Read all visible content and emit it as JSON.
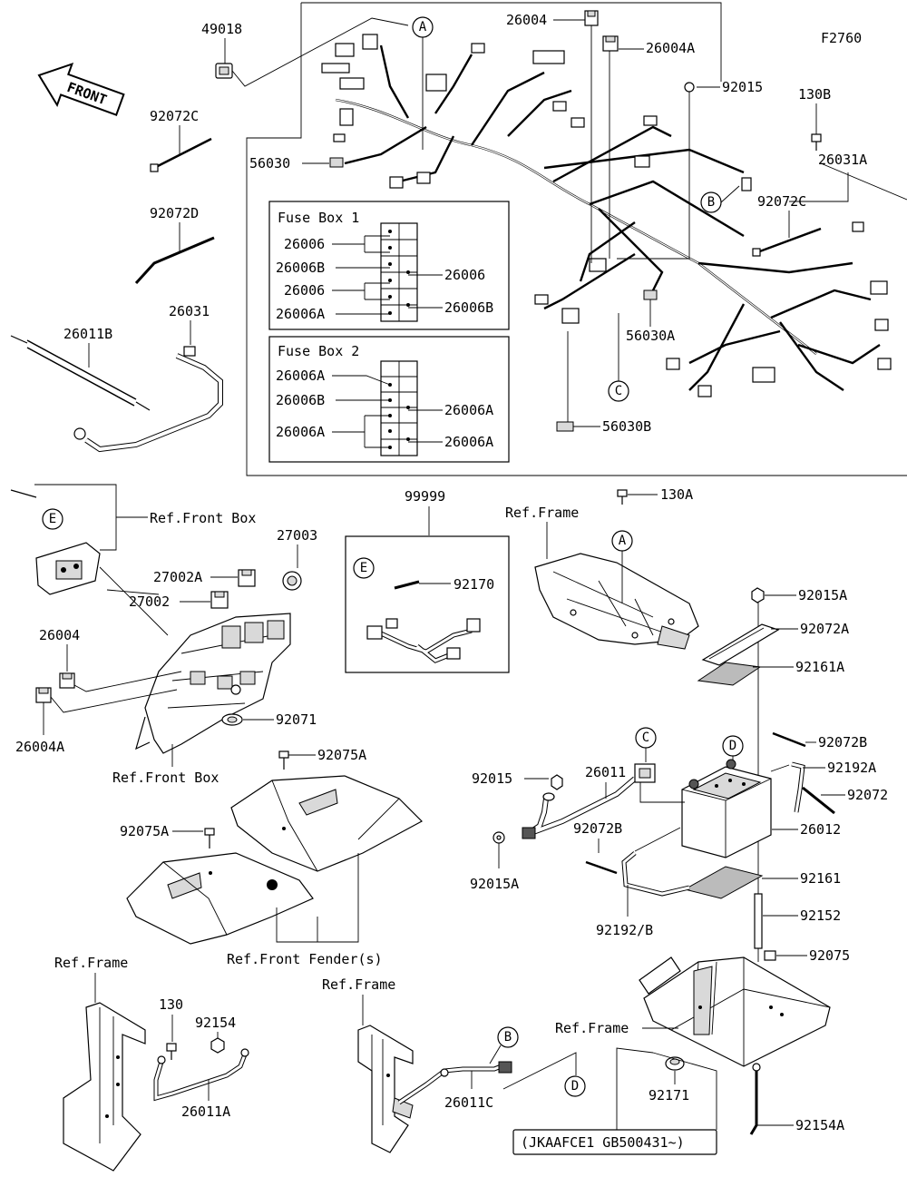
{
  "diagram_id": "F2760",
  "front_arrow": "FRONT",
  "serial_note": "(JKAAFCE1 GB500431~)",
  "callouts": {
    "A": "A",
    "B": "B",
    "C": "C",
    "D": "D",
    "E": "E"
  },
  "fuse_box_1": {
    "title": "Fuse Box 1",
    "left": [
      "26006",
      "26006B",
      "26006",
      "26006A"
    ],
    "right": [
      "26006",
      "26006B"
    ]
  },
  "fuse_box_2": {
    "title": "Fuse Box 2",
    "left": [
      "26006A",
      "26006B",
      "26006A"
    ],
    "right": [
      "26006A",
      "26006A"
    ]
  },
  "parts": {
    "p49018": "49018",
    "p26004_top": "26004",
    "p26004A_top": "26004A",
    "p92015_top": "92015",
    "p130B": "130B",
    "p26031A": "26031A",
    "p92072C_right": "92072C",
    "p92072C_left": "92072C",
    "p92072D": "92072D",
    "p26011B": "26011B",
    "p26031": "26031",
    "p56030": "56030",
    "p56030A": "56030A",
    "p56030B": "56030B",
    "p99999": "99999",
    "p92170": "92170",
    "p130A": "130A",
    "ref_frame_mid": "Ref.Frame",
    "ref_front_box_top": "Ref.Front Box",
    "p27003": "27003",
    "p27002A": "27002A",
    "p27002": "27002",
    "p26004_mid": "26004",
    "p26004A_mid": "26004A",
    "p92071": "92071",
    "ref_front_box_bottom": "Ref.Front Box",
    "p92015A_top": "92015A",
    "p92072A": "92072A",
    "p92161A": "92161A",
    "p92015_mid": "92015",
    "p26011": "26011",
    "p92072B_right": "92072B",
    "p92192A": "92192A",
    "p92072": "92072",
    "p26012": "26012",
    "p92072B_left": "92072B",
    "p92015A_mid": "92015A",
    "p92161": "92161",
    "p92192B": "92192/B",
    "p92152": "92152",
    "p92075": "92075",
    "p92075A_top": "92075A",
    "p92075A_left": "92075A",
    "ref_front_fender": "Ref.Front Fender(s)",
    "ref_frame_left": "Ref.Frame",
    "p130": "130",
    "p92154": "92154",
    "p26011A": "26011A",
    "ref_frame_center": "Ref.Frame",
    "p26011C": "26011C",
    "ref_frame_right": "Ref.Frame",
    "p92171": "92171",
    "p92154A": "92154A"
  }
}
